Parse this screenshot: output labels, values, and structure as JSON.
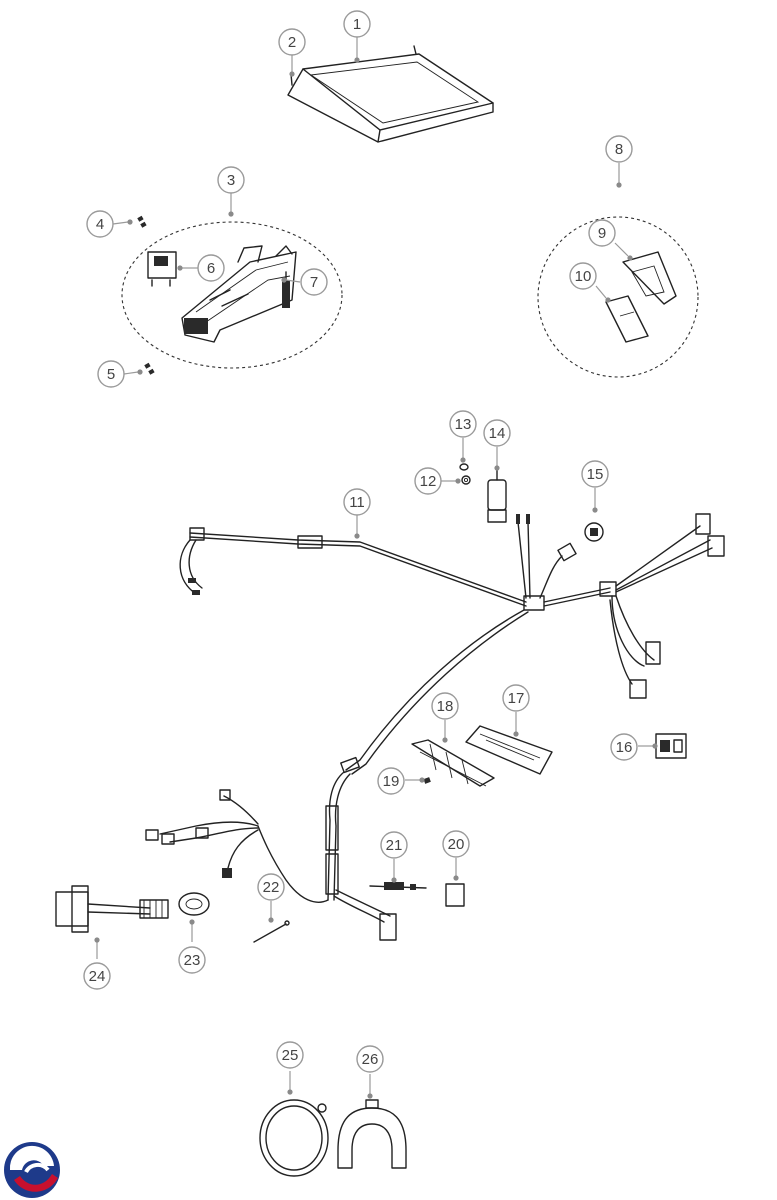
{
  "diagram": {
    "callouts": [
      {
        "id": "1"
      },
      {
        "id": "2"
      },
      {
        "id": "3"
      },
      {
        "id": "4"
      },
      {
        "id": "5"
      },
      {
        "id": "6"
      },
      {
        "id": "7"
      },
      {
        "id": "8"
      },
      {
        "id": "9"
      },
      {
        "id": "10"
      },
      {
        "id": "11"
      },
      {
        "id": "12"
      },
      {
        "id": "13"
      },
      {
        "id": "14"
      },
      {
        "id": "15"
      },
      {
        "id": "16"
      },
      {
        "id": "17"
      },
      {
        "id": "18"
      },
      {
        "id": "19"
      },
      {
        "id": "20"
      },
      {
        "id": "21"
      },
      {
        "id": "22"
      },
      {
        "id": "23"
      },
      {
        "id": "24"
      },
      {
        "id": "25"
      },
      {
        "id": "26"
      }
    ],
    "logo": {
      "icon": "brand-logo-icon",
      "colors": [
        "#1e3a8a",
        "#c8102e"
      ]
    }
  }
}
